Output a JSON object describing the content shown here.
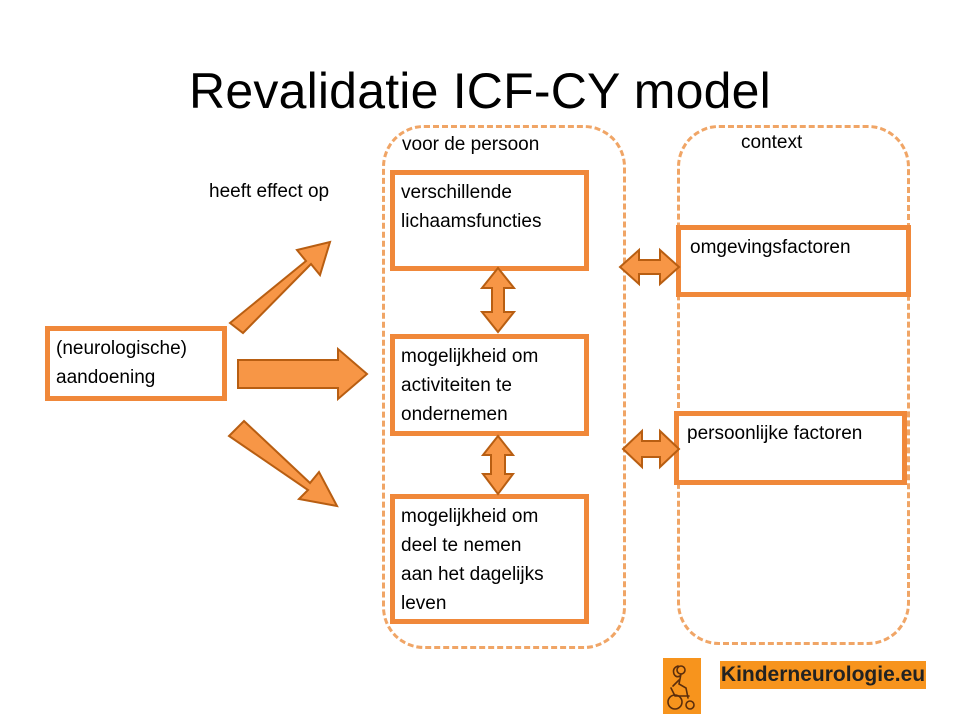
{
  "title": "Revalidatie ICF-CY model",
  "labels": {
    "effect": "heeft effect op",
    "person": "voor de persoon",
    "context": "context"
  },
  "boxes": {
    "condition": [
      "(neurologische)",
      "aandoening"
    ],
    "body_functions": [
      "verschillende",
      "lichaamsfuncties"
    ],
    "activities": [
      "mogelijkheid om",
      "activiteiten te",
      "ondernemen"
    ],
    "participation": [
      "mogelijkheid om",
      "deel te nemen",
      "aan het dagelijks",
      "leven"
    ],
    "environmental": [
      "omgevingsfactoren"
    ],
    "personal": [
      "persoonlijke factoren"
    ]
  },
  "logo": {
    "text": "Kinderneurologie.eu"
  },
  "colors": {
    "box_border": "#f0883a",
    "arrow_fill": "#f79646",
    "arrow_stroke": "#b85e12",
    "dashed_border": "#f0a566",
    "logo_bg": "#f7941d"
  }
}
